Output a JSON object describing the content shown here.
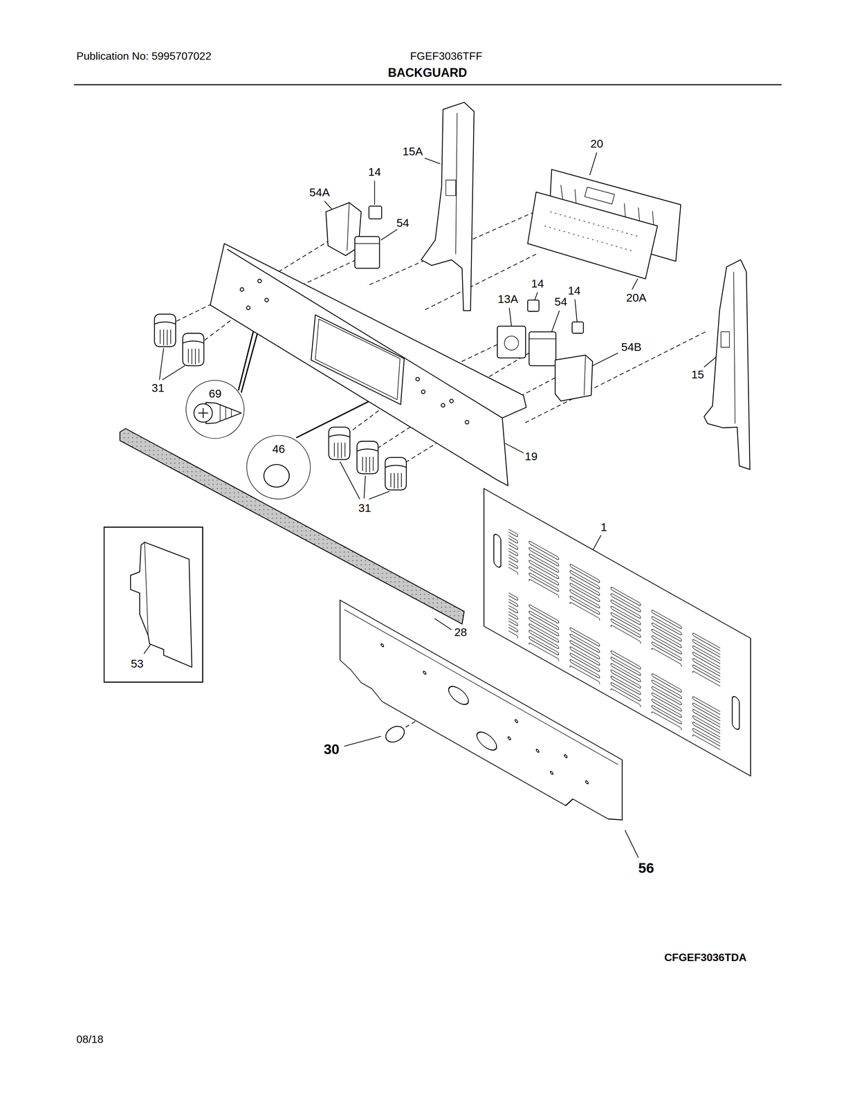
{
  "diagram": {
    "title": "BACKGUARD",
    "nodes": [
      {
        "text": [
          "69"
        ]
      },
      {
        "text": [
          "46"
        ]
      },
      {
        "text": [
          "53"
        ]
      }
    ],
    "labels": [
      "Publication No: 5995707022",
      "FGEF3036TFF",
      "20",
      "15A",
      "14",
      "54A",
      "54",
      "14",
      "14",
      "13A",
      "54",
      "20A",
      "54B",
      "15",
      "31",
      "19",
      "31",
      "1",
      "28",
      "30",
      "56",
      "CFGEF3036TDA",
      "08/18"
    ]
  }
}
